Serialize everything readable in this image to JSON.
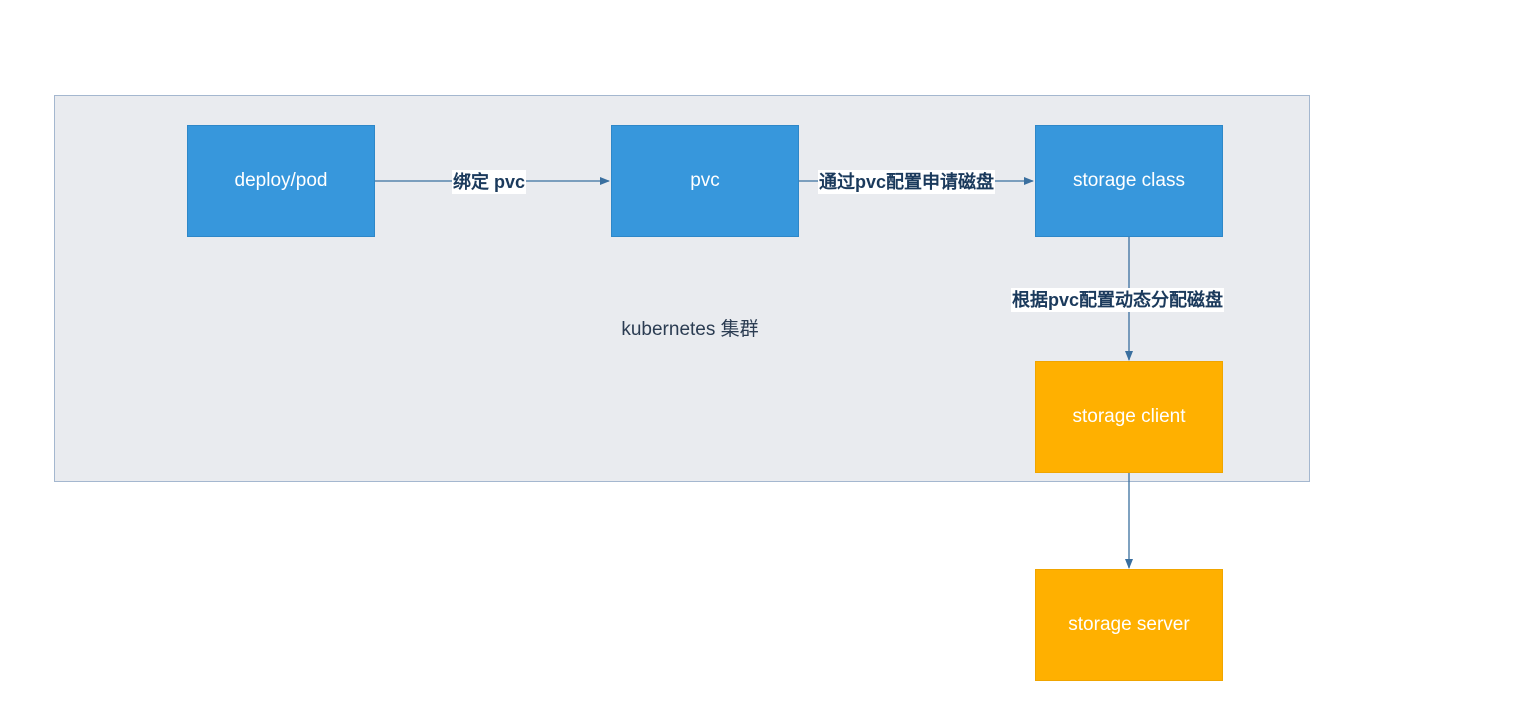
{
  "diagram": {
    "cluster": {
      "label": "kubernetes 集群"
    },
    "nodes": {
      "deploy_pod": "deploy/pod",
      "pvc": "pvc",
      "storage_class": "storage class",
      "storage_client": "storage client",
      "storage_server": "storage server"
    },
    "edges": {
      "bind_pvc": "绑定 pvc",
      "request_disk": "通过pvc配置申请磁盘",
      "allocate_disk": "根据pvc配置动态分配磁盘"
    },
    "colors": {
      "k8s_node": "#3797dc",
      "storage_node": "#ffb000",
      "cluster_bg": "#e9ebef",
      "edge": "#3a6f9f"
    }
  }
}
